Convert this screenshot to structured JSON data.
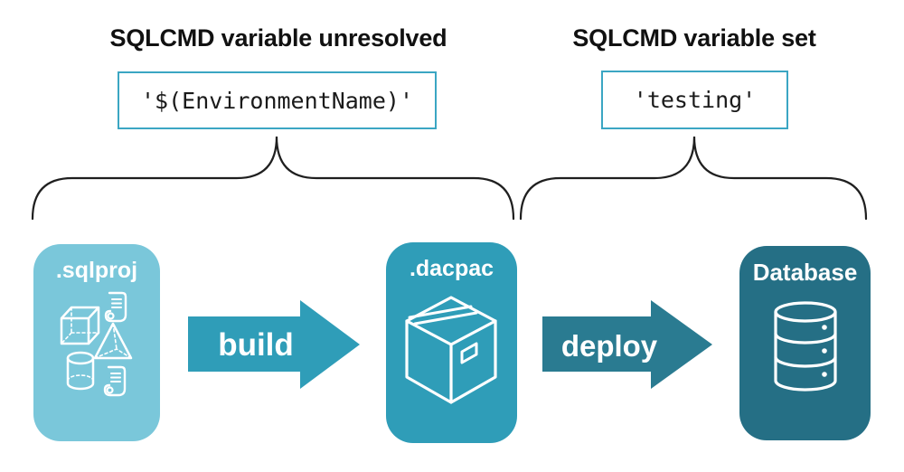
{
  "annotations": {
    "unresolved": {
      "title": "SQLCMD variable unresolved",
      "value": "'$(EnvironmentName)'"
    },
    "set": {
      "title": "SQLCMD variable set",
      "value": "'testing'"
    }
  },
  "pipeline": {
    "stages": [
      {
        "label": ".sqlproj",
        "icon": "scripts-and-shapes-icon"
      },
      {
        "label": ".dacpac",
        "icon": "package-box-icon"
      },
      {
        "label": "Database",
        "icon": "database-cylinder-icon"
      }
    ],
    "arrows": [
      {
        "label": "build"
      },
      {
        "label": "deploy"
      }
    ]
  },
  "colors": {
    "sqlproj_card": "#7ac7da",
    "dacpac_card": "#2f9db8",
    "build_arrow": "#2f9db8",
    "deploy_arrow": "#2a7b91",
    "database_card": "#256f85",
    "code_box_border": "#3ba6c3",
    "text": "#111111",
    "brace": "#1f1f1f"
  }
}
